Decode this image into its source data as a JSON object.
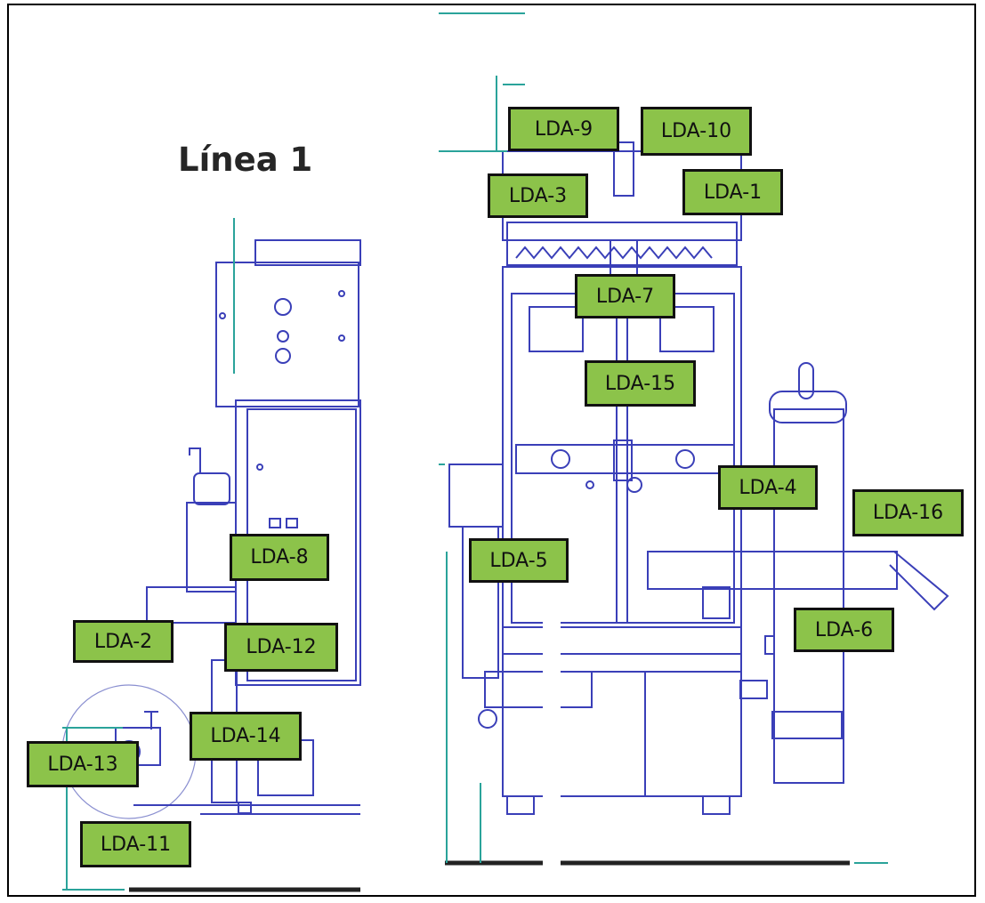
{
  "title": "Línea 1",
  "colors": {
    "label_fill": "#8cc34a",
    "label_border": "#111111",
    "drawing_line": "#3a3fb8",
    "dimension_line": "#2aa39a"
  },
  "labels": [
    {
      "id": "lda-9",
      "text": "LDA-9"
    },
    {
      "id": "lda-10",
      "text": "LDA-10"
    },
    {
      "id": "lda-3",
      "text": "LDA-3"
    },
    {
      "id": "lda-1",
      "text": "LDA-1"
    },
    {
      "id": "lda-7",
      "text": "LDA-7"
    },
    {
      "id": "lda-15",
      "text": "LDA-15"
    },
    {
      "id": "lda-4",
      "text": "LDA-4"
    },
    {
      "id": "lda-16",
      "text": "LDA-16"
    },
    {
      "id": "lda-5",
      "text": "LDA-5"
    },
    {
      "id": "lda-6",
      "text": "LDA-6"
    },
    {
      "id": "lda-8",
      "text": "LDA-8"
    },
    {
      "id": "lda-2",
      "text": "LDA-2"
    },
    {
      "id": "lda-12",
      "text": "LDA-12"
    },
    {
      "id": "lda-14",
      "text": "LDA-14"
    },
    {
      "id": "lda-13",
      "text": "LDA-13"
    },
    {
      "id": "lda-11",
      "text": "LDA-11"
    }
  ]
}
